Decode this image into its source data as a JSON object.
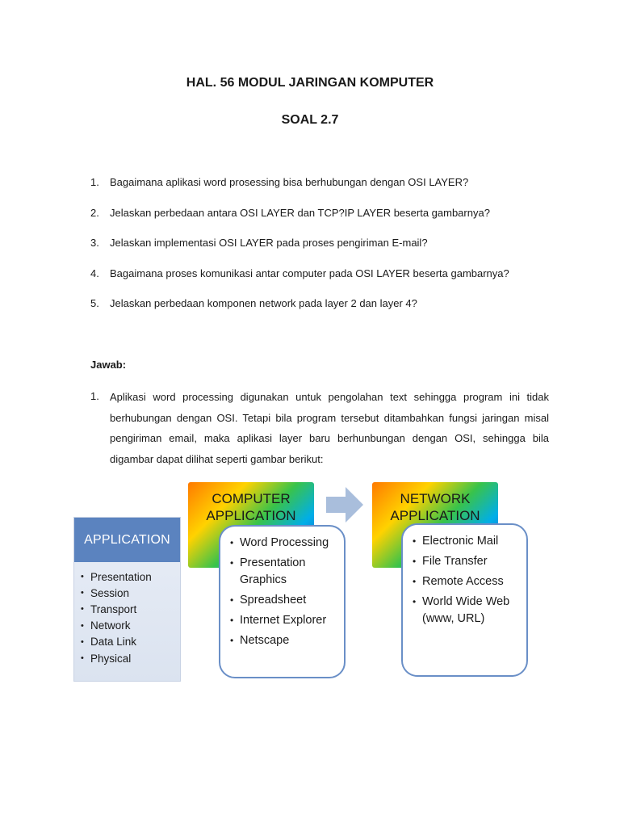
{
  "header": {
    "title": "HAL. 56 MODUL  JARINGAN  KOMPUTER",
    "subtitle": "SOAL 2.7"
  },
  "questions": [
    {
      "num": "1.",
      "text": "Bagaimana aplikasi word prosessing bisa berhubungan dengan OSI LAYER?"
    },
    {
      "num": "2.",
      "text": "Jelaskan perbedaan antara OSI LAYER dan TCP?IP LAYER beserta gambarnya?"
    },
    {
      "num": "3.",
      "text": "Jelaskan implementasi OSI LAYER pada proses pengiriman E-mail?"
    },
    {
      "num": "4.",
      "text": "Bagaimana proses komunikasi antar computer pada OSI LAYER beserta  gambarnya?"
    },
    {
      "num": "5.",
      "text": "Jelaskan perbedaan komponen network pada layer 2 dan layer 4?"
    }
  ],
  "answers": {
    "heading": "Jawab:",
    "items": [
      {
        "num": "1.",
        "text": "Aplikasi word processing digunakan untuk pengolahan text sehingga program ini tidak berhubungan dengan OSI. Tetapi bila program tersebut ditambahkan fungsi  jaringan misal pengiriman email, maka aplikasi layer baru berhunbungan dengan OSI, sehingga bila digambar dapat dilihat seperti gambar berikut:"
      }
    ]
  },
  "diagram": {
    "application_box": {
      "title": "APPLICATION",
      "items": [
        "Presentation",
        "Session",
        "Transport",
        "Network",
        "Data Link",
        "Physical"
      ]
    },
    "computer_box": {
      "title_line1": "COMPUTER",
      "title_line2": "APPLICATION",
      "items": [
        "Word Processing",
        "Presentation Graphics",
        "Spreadsheet",
        "Internet Explorer",
        "Netscape"
      ]
    },
    "network_box": {
      "title_line1": "NETWORK",
      "title_line2": "APPLICATION",
      "items": [
        "Electronic Mail",
        "File Transfer",
        "Remote Access",
        "World Wide Web (www, URL)"
      ]
    },
    "bullet_glyph": "•",
    "colors": {
      "application_header": "#5b83bf",
      "list_border": "#6a8fc7",
      "arrow": "#a9bedc"
    }
  }
}
